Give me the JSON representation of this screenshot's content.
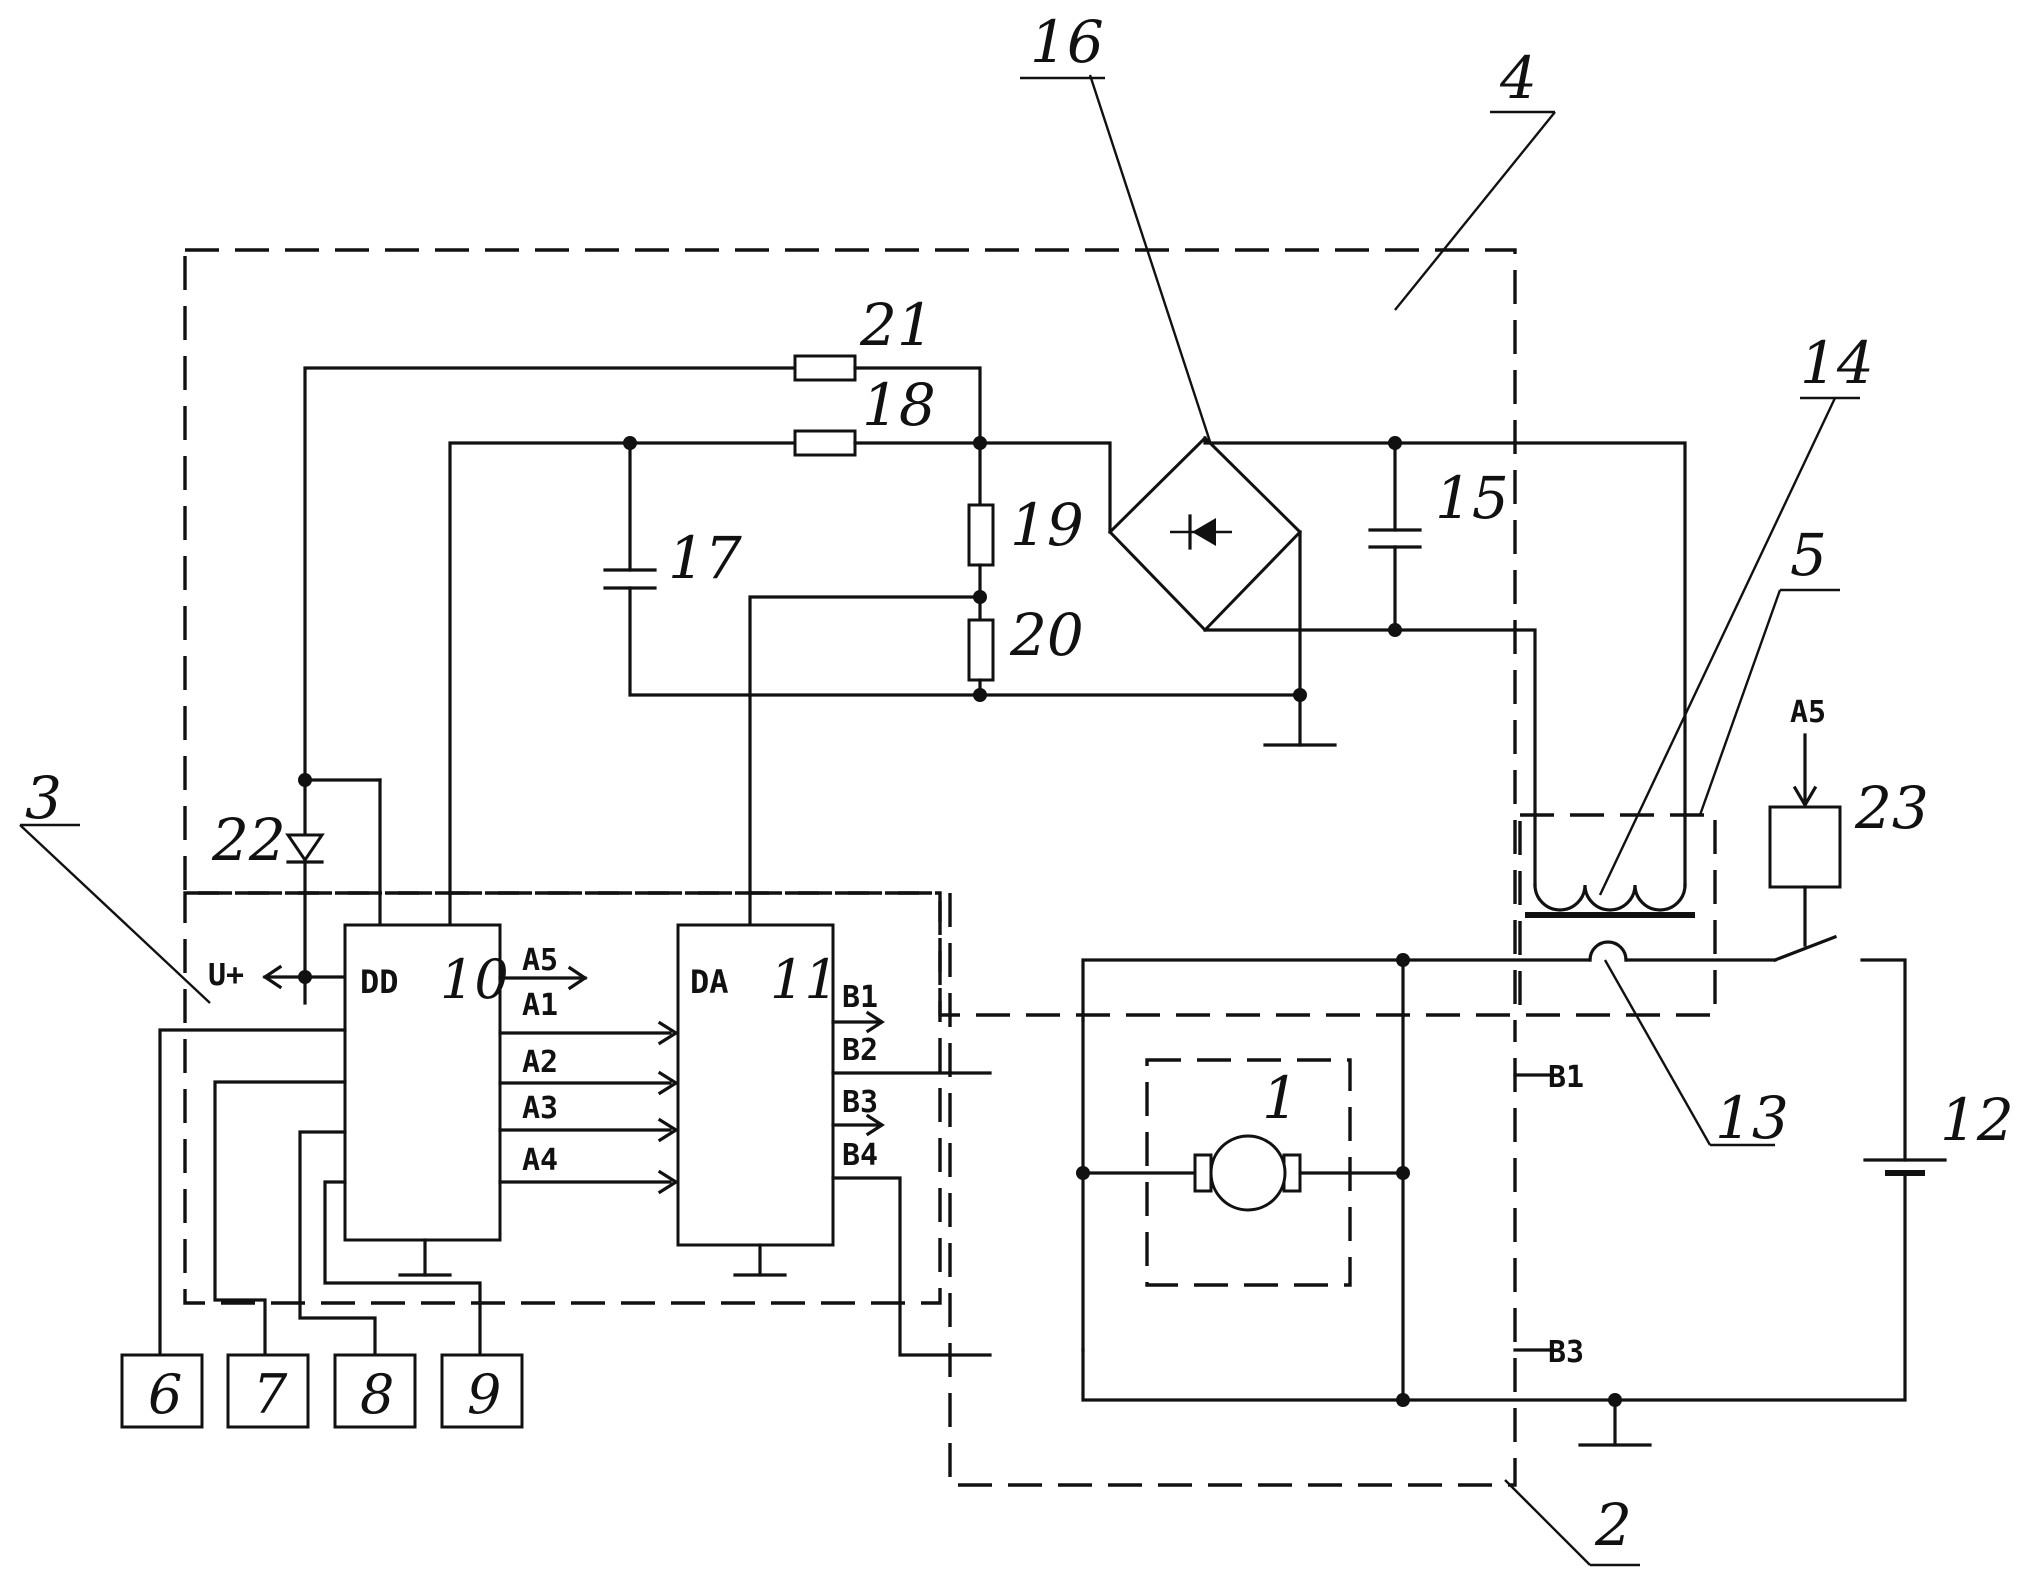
{
  "labels": {
    "n1": "1",
    "n2": "2",
    "n3": "3",
    "n4": "4",
    "n5": "5",
    "n6": "6",
    "n7": "7",
    "n8": "8",
    "n9": "9",
    "n10": "10",
    "n11": "11",
    "n12": "12",
    "n13": "13",
    "n14": "14",
    "n15": "15",
    "n16": "16",
    "n17": "17",
    "n18": "18",
    "n19": "19",
    "n20": "20",
    "n21": "21",
    "n22": "22",
    "n23": "23"
  },
  "blocks": {
    "dd": "DD",
    "da": "DA"
  },
  "signals": {
    "u_plus": "U+",
    "a1": "A1",
    "a2": "A2",
    "a3": "A3",
    "a4": "A4",
    "a5": "A5",
    "b1": "B1",
    "b2": "B2",
    "b3": "B3",
    "b4": "B4"
  }
}
